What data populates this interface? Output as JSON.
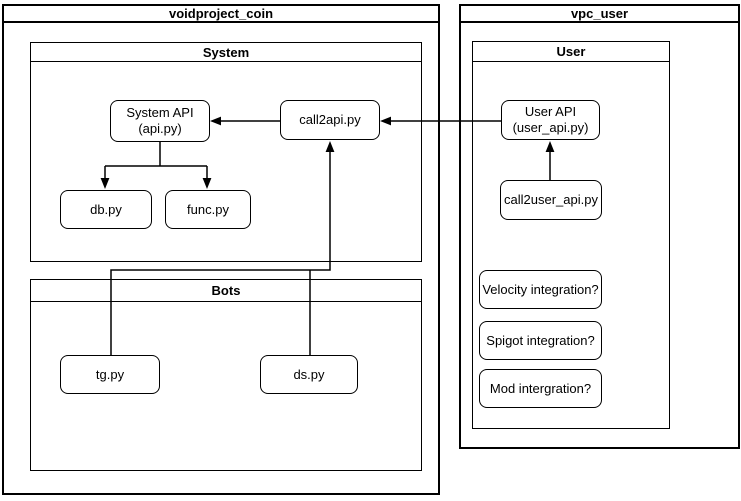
{
  "diagram": {
    "containers": {
      "voidproject_coin": {
        "title": "voidproject_coin"
      },
      "vpc_user": {
        "title": "vpc_user"
      },
      "system": {
        "title": "System"
      },
      "bots": {
        "title": "Bots"
      },
      "user": {
        "title": "User"
      }
    },
    "nodes": {
      "system_api": {
        "lines": [
          "System API",
          "(api.py)"
        ]
      },
      "call2api": {
        "label": "call2api.py"
      },
      "db": {
        "label": "db.py"
      },
      "func": {
        "label": "func.py"
      },
      "tg": {
        "label": "tg.py"
      },
      "ds": {
        "label": "ds.py"
      },
      "user_api": {
        "lines": [
          "User API",
          "(user_api.py)"
        ]
      },
      "call2user_api": {
        "label": "call2user_api.py"
      },
      "velocity": {
        "label": "Velocity integration?"
      },
      "spigot": {
        "label": "Spigot integration?"
      },
      "mod": {
        "label": "Mod intergration?"
      }
    },
    "edges": [
      {
        "from": "call2api.py",
        "to": "System API (api.py)"
      },
      {
        "from": "User API (user_api.py)",
        "to": "call2api.py"
      },
      {
        "from": "System API (api.py)",
        "to": "db.py"
      },
      {
        "from": "System API (api.py)",
        "to": "func.py"
      },
      {
        "from": "tg.py",
        "to": "call2api.py"
      },
      {
        "from": "ds.py",
        "to": "call2api.py"
      },
      {
        "from": "call2user_api.py",
        "to": "User API (user_api.py)"
      }
    ],
    "colors": {
      "stroke": "#000000",
      "fill": "#ffffff",
      "background": "#ffffff"
    }
  }
}
